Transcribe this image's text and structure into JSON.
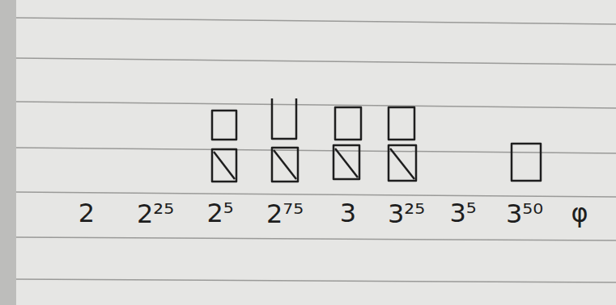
{
  "diagram": {
    "labels": [
      "2",
      "2²⁵",
      "2⁵",
      "2⁷⁵",
      "3",
      "3²⁵",
      "3⁵",
      "3⁵⁰",
      "φ"
    ]
  }
}
